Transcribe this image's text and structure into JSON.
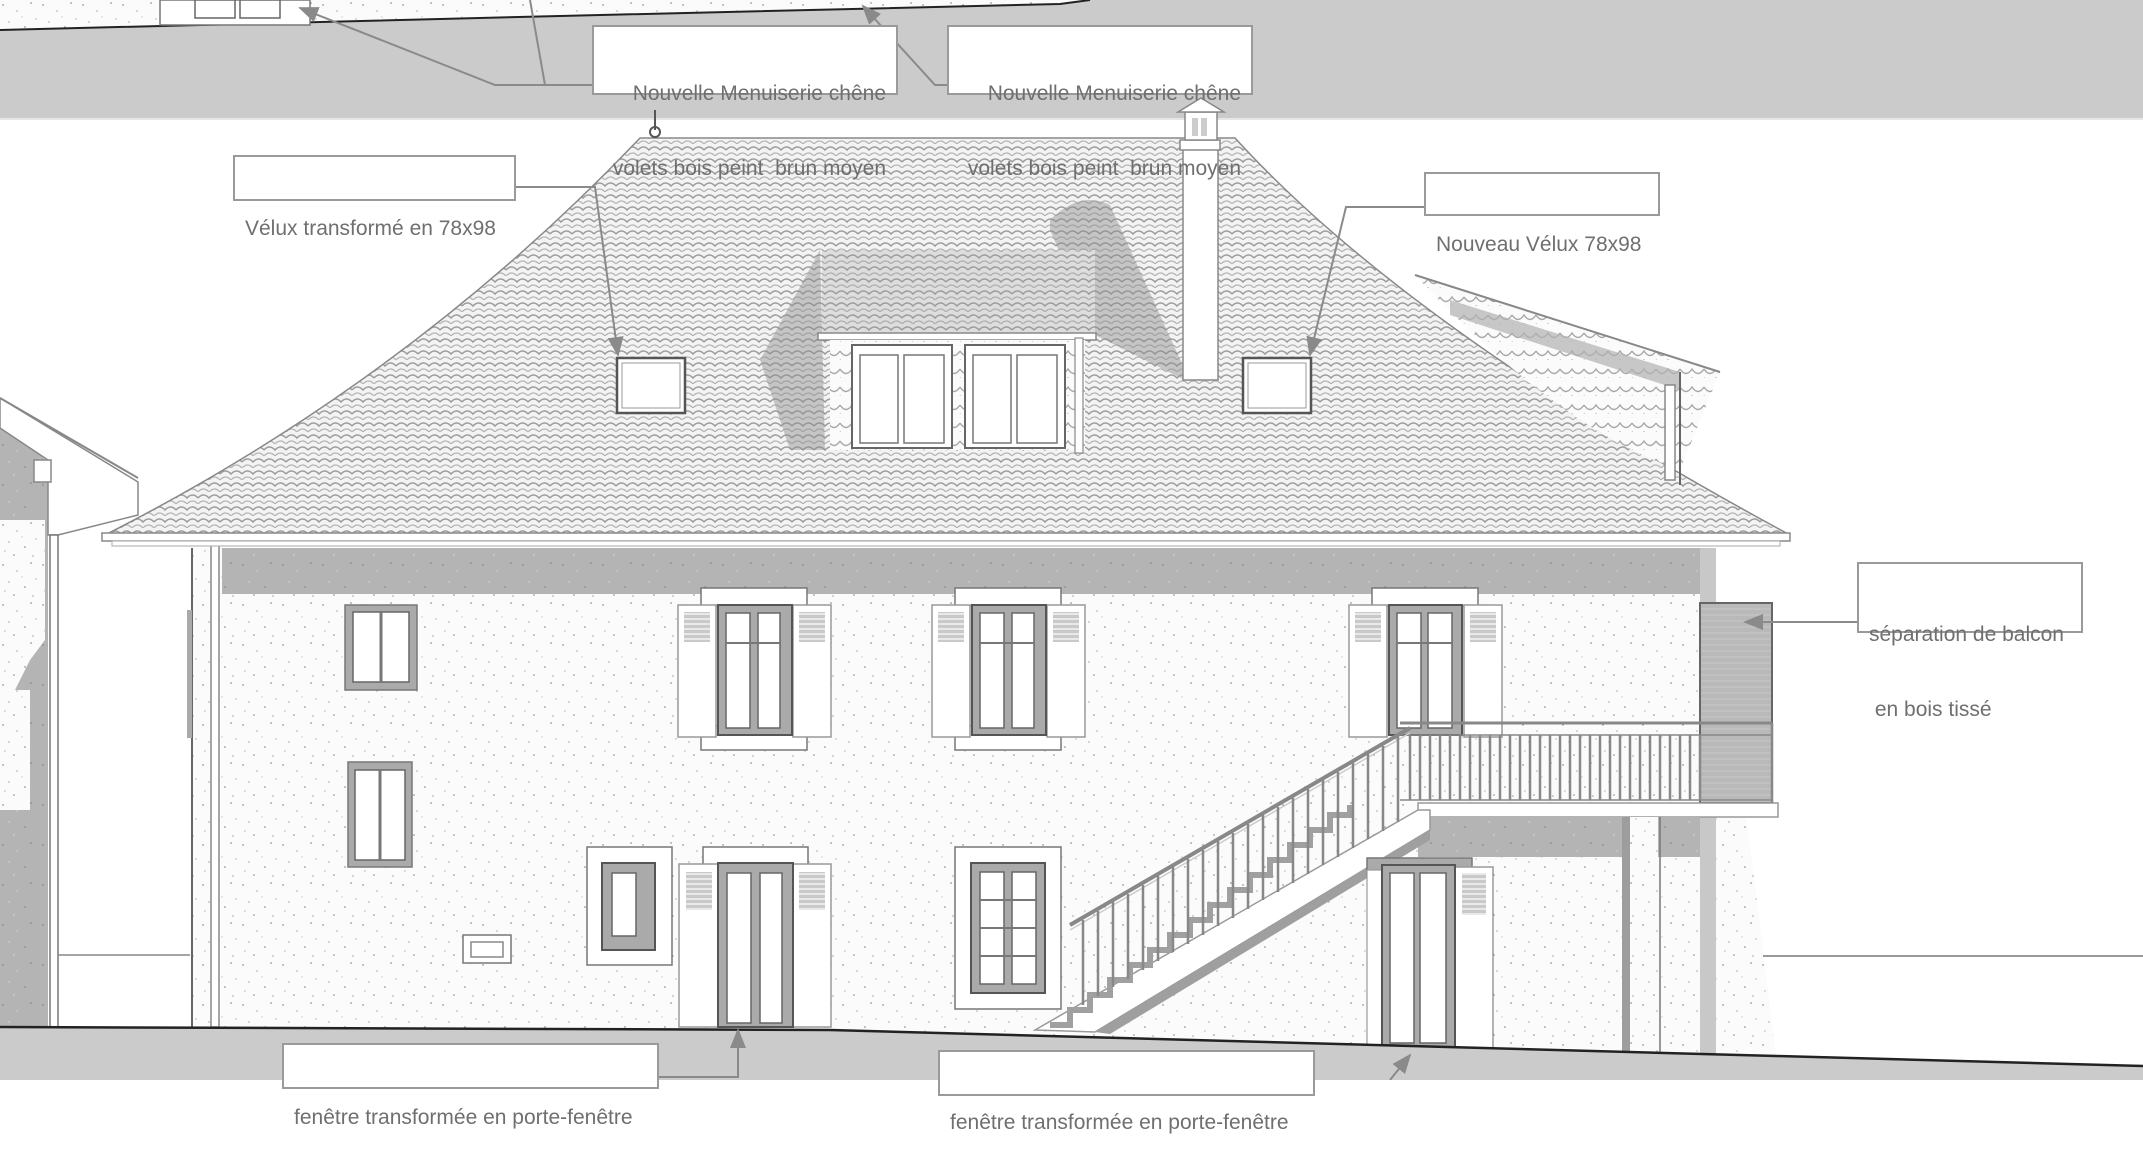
{
  "drawing": {
    "type": "architectural-elevation",
    "subject": "Façade with hipped roof, dormer, chimney, exterior staircase and balcony",
    "colors": {
      "ground_band": "#cbcbcb",
      "roof_tile_line": "#9b9b9b",
      "roof_fill": "#f1f1f1",
      "shadow": "#a9a9a9",
      "stucco": "#fafafa",
      "label_text": "#6f6f6f",
      "label_border": "#9a9a9a",
      "leader_line": "#8a8a8a"
    }
  },
  "annotations": {
    "menuiserie_left": {
      "line1": "Nouvelle Menuiserie chêne",
      "line2": "volets bois peint  brun moyen"
    },
    "menuiserie_right": {
      "line1": "Nouvelle Menuiserie chêne",
      "line2": "volets bois peint  brun moyen"
    },
    "velux_transformed": {
      "text": "Vélux transformé en 78x98"
    },
    "velux_new": {
      "text": "Nouveau Vélux 78x98"
    },
    "balcony_separation": {
      "line1": "séparation de balcon",
      "line2": " en bois tissé"
    },
    "door_left": {
      "text": "fenêtre transformée en porte-fenêtre"
    },
    "door_right": {
      "text": "fenêtre transformée en porte-fenêtre"
    }
  }
}
